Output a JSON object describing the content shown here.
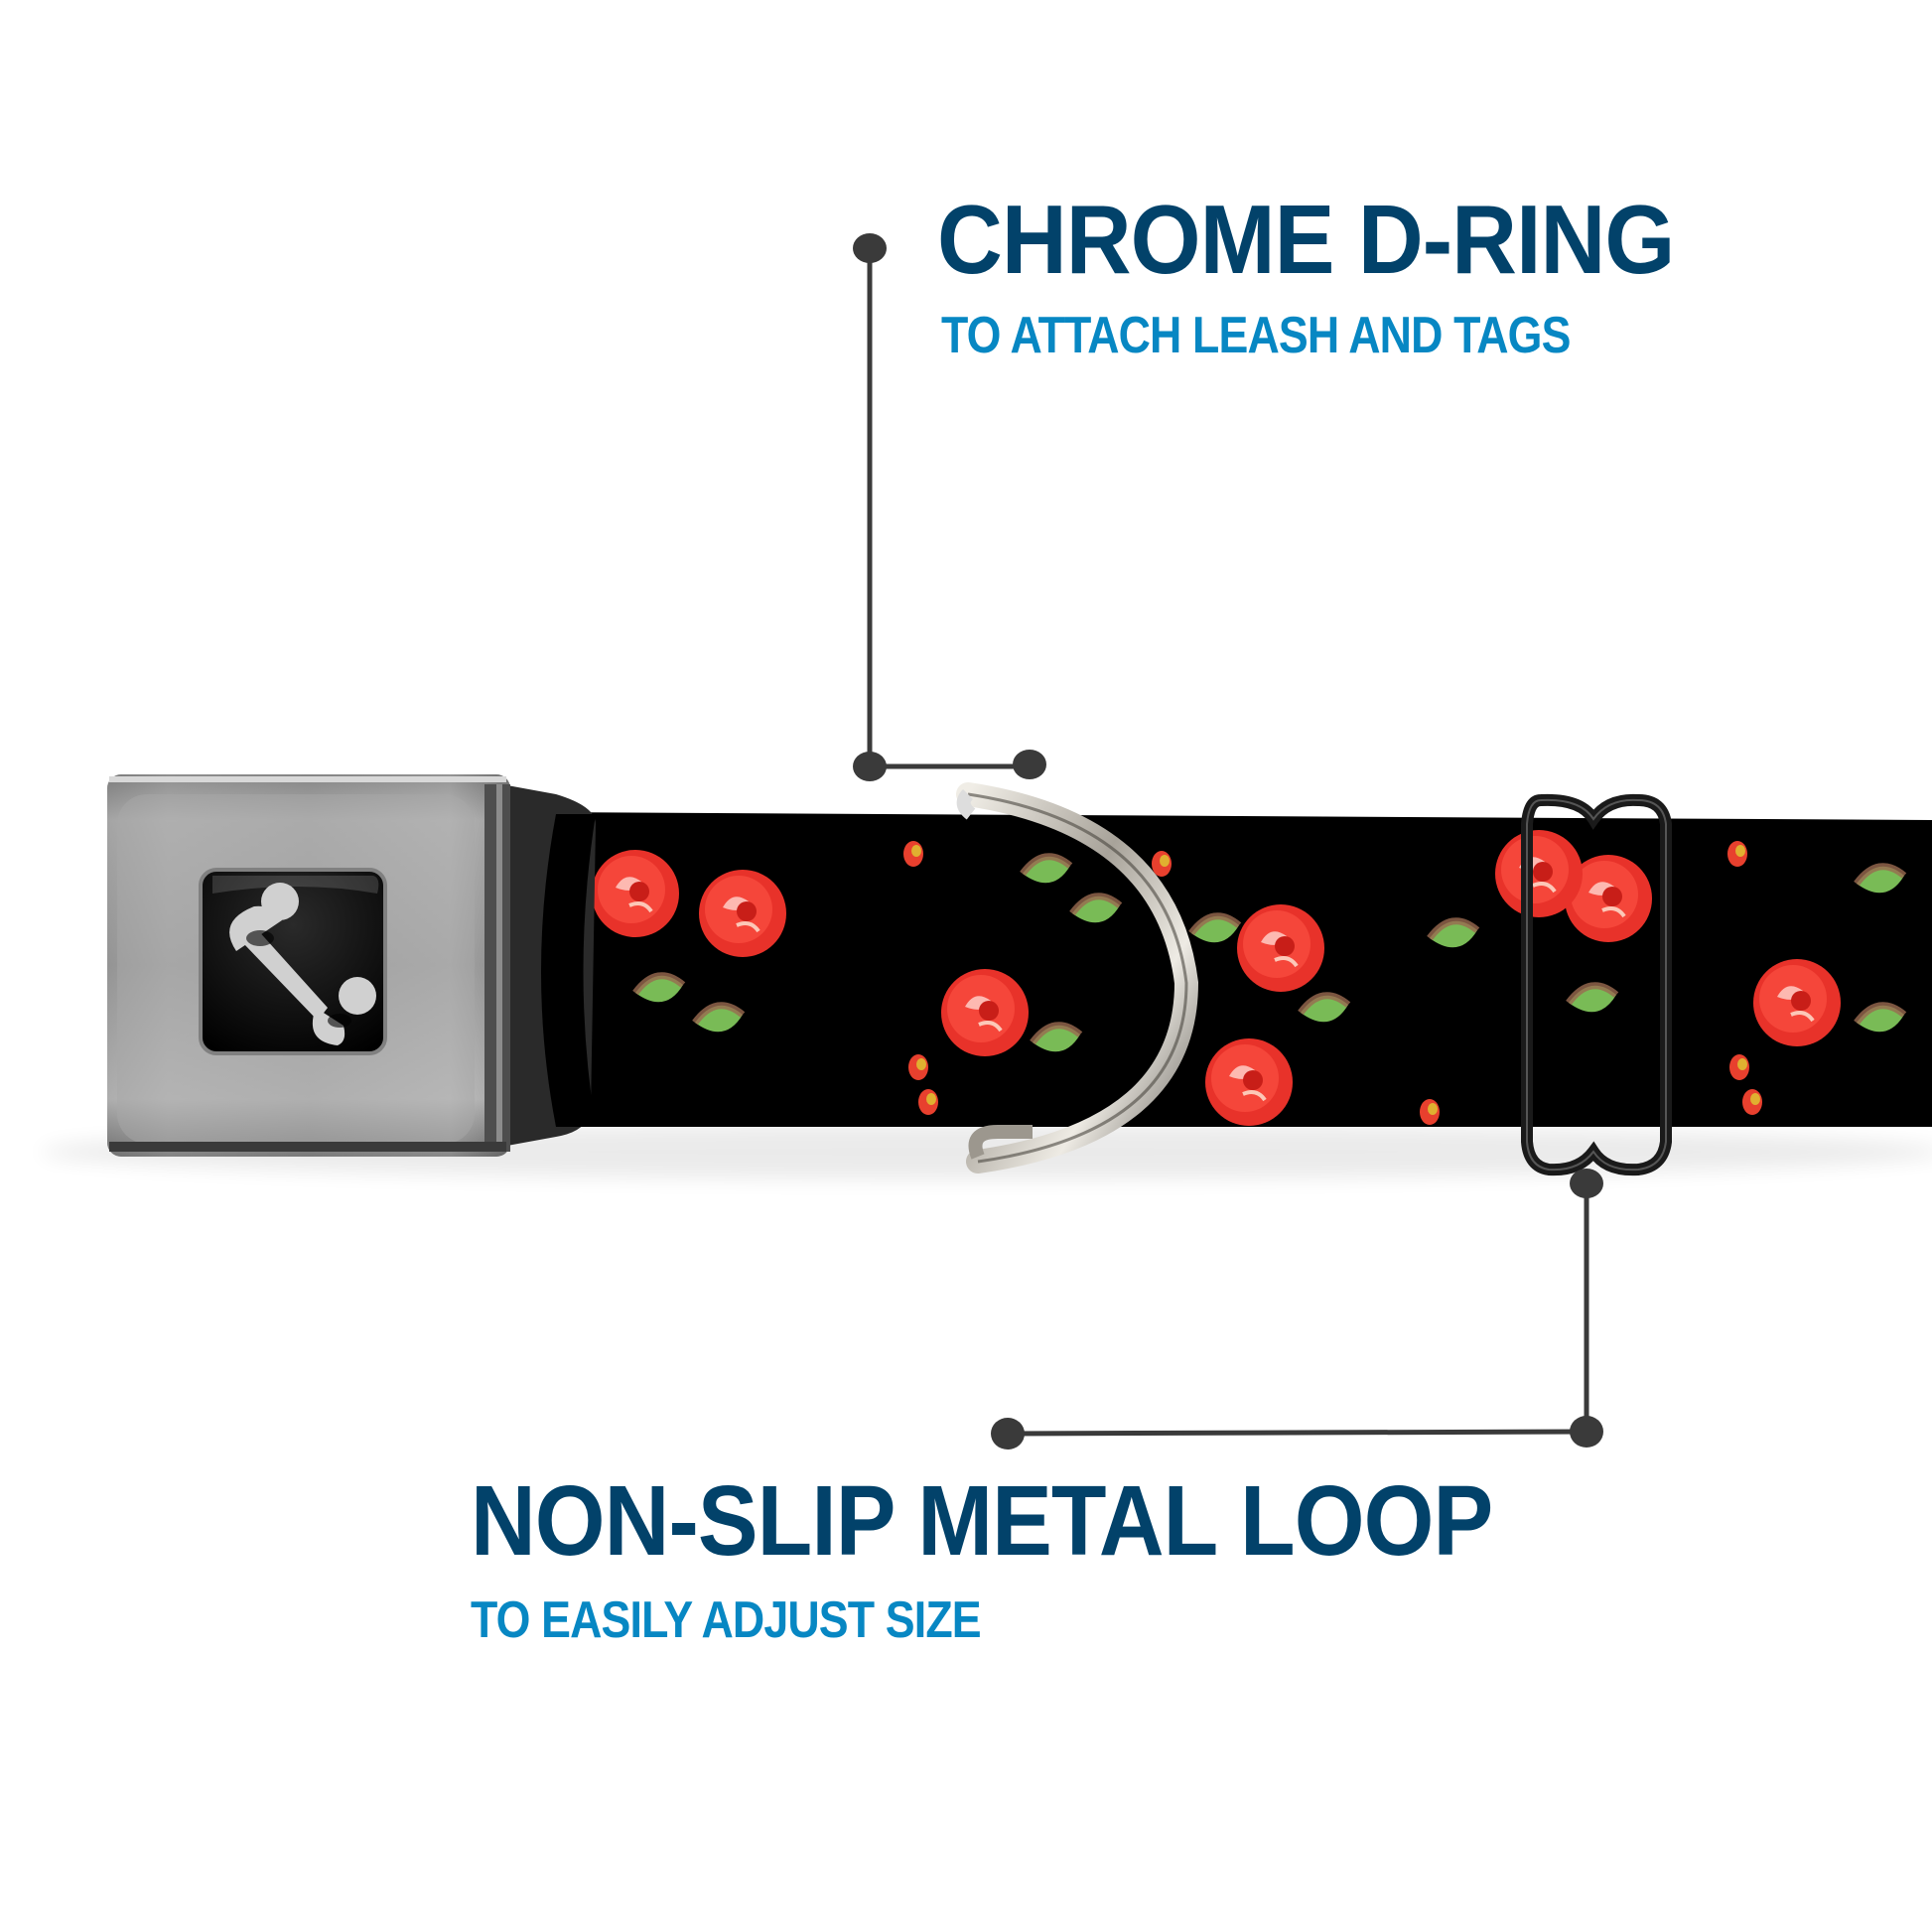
{
  "callouts": [
    {
      "id": "d-ring",
      "title": "CHROME D-RING",
      "subtitle": "TO ATTACH LEASH AND TAGS"
    },
    {
      "id": "metal-loop",
      "title": "NON-SLIP METAL LOOP",
      "subtitle": "TO EASILY ADJUST SIZE"
    }
  ],
  "product": {
    "buckle_icon": "dog-bone-icon",
    "strap_pattern": "red-roses-on-black",
    "hardware": [
      "seatbelt-buckle",
      "chrome-d-ring",
      "metal-loop"
    ]
  },
  "colors": {
    "title": "#02426a",
    "subtitle": "#0787c3",
    "leader_line": "#3a3a3a",
    "strap_background": "#000000",
    "rose_red": "#f0382c",
    "leaf_green": "#7cc059",
    "leaf_brown": "#9a6a50",
    "buckle_metal": "#9a9a9a"
  }
}
